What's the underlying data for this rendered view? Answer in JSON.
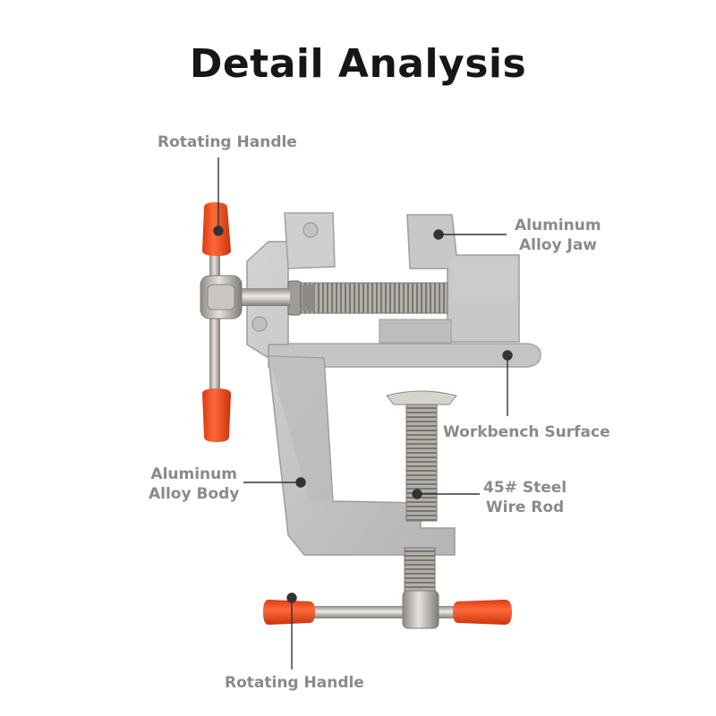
{
  "title": "Detail Analysis",
  "labels": {
    "rotating_handle_top": "Rotating Handle",
    "aluminum_jaw": [
      "Aluminum",
      "Alloy Jaw"
    ],
    "workbench_surface": "Workbench Surface",
    "aluminum_body": [
      "Aluminum",
      "Alloy Body"
    ],
    "steel_rod": [
      "45# Steel",
      "Wire Rod"
    ],
    "rotating_handle_bottom": "Rotating Handle"
  },
  "colors": {
    "body": "#c9c9c9",
    "body_shadow": "#a9a9a9",
    "cap": "#f4511e",
    "steel": "#b8b4ae",
    "label": "#8a8a8a",
    "pointer": "#333333"
  }
}
